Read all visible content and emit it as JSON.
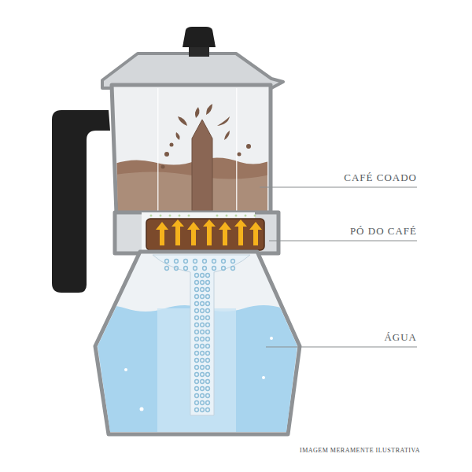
{
  "diagram": {
    "labels": [
      "CAFÉ COADO",
      "PÓ DO CAFÉ",
      "ÁGUA",
      "IMAGEM MERAMENTE ILUSTRATIVA"
    ]
  }
}
